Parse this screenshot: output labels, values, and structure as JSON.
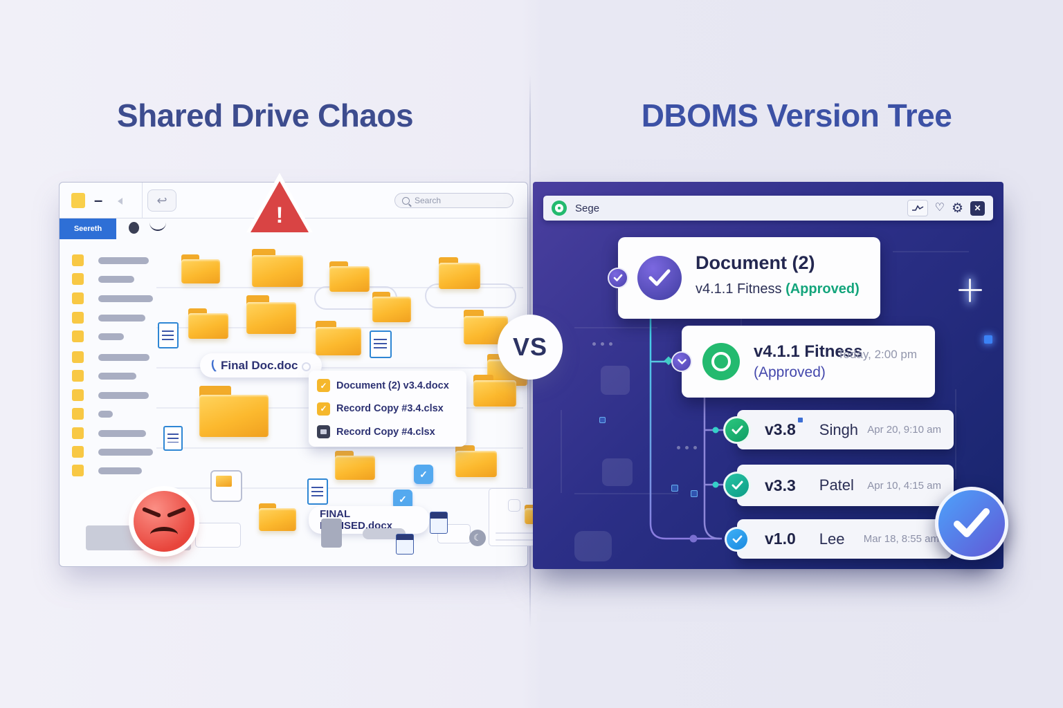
{
  "page": {
    "left_title": "Shared Drive Chaos",
    "right_title": "DBOMS Version Tree",
    "vs_label": "VS"
  },
  "left_window": {
    "tab_label": "Seereth",
    "search_placeholder": "Search",
    "warning_mark": "!",
    "final_doc_label": "Final Doc.doc",
    "final_revised_label": "FINAL REVISED.docx",
    "popup_items": [
      {
        "icon": "checkbox-yellow",
        "label": "Document (2) v3.4.docx"
      },
      {
        "icon": "checkbox-yellow",
        "label": "Record Copy #3.4.clsx"
      },
      {
        "icon": "image-dark",
        "label": "Record Copy #4.clsx"
      }
    ]
  },
  "right_window": {
    "toolbar_label": "Sege",
    "cards": [
      {
        "title": "Document (2)",
        "subtitle": "v4.1.1 Fitness",
        "status": "(Approved)"
      },
      {
        "title": "v4.1.1 Fitness",
        "status": "(Approved)",
        "timestamp": "Today, 2:00 pm"
      },
      {
        "version": "v3.8",
        "author": "Singh",
        "timestamp": "Apr 20, 9:10 am"
      },
      {
        "version": "v3.3",
        "author": "Patel",
        "timestamp": "Apr 10, 4:15 am"
      },
      {
        "version": "v1.0",
        "author": "Lee",
        "timestamp": "Mar 18, 8:55 am"
      }
    ]
  },
  "icons": {
    "back": "↩",
    "minimize": "–",
    "gear": "⚙",
    "heart": "♡",
    "close": "✕",
    "check": "✓"
  },
  "colors": {
    "title_blue": "#3d4c8e",
    "approved_green": "#14a57c",
    "approved_purple": "#4448ac",
    "folder_yellow": "#f9b832",
    "warning_red": "#d94444",
    "tab_blue": "#2e6fd6",
    "panel_navy": "#16246b",
    "version_check_green": "#17b06e",
    "version_check_blue": "#1e9bf0",
    "big_check_blue": "#4f8df9"
  }
}
